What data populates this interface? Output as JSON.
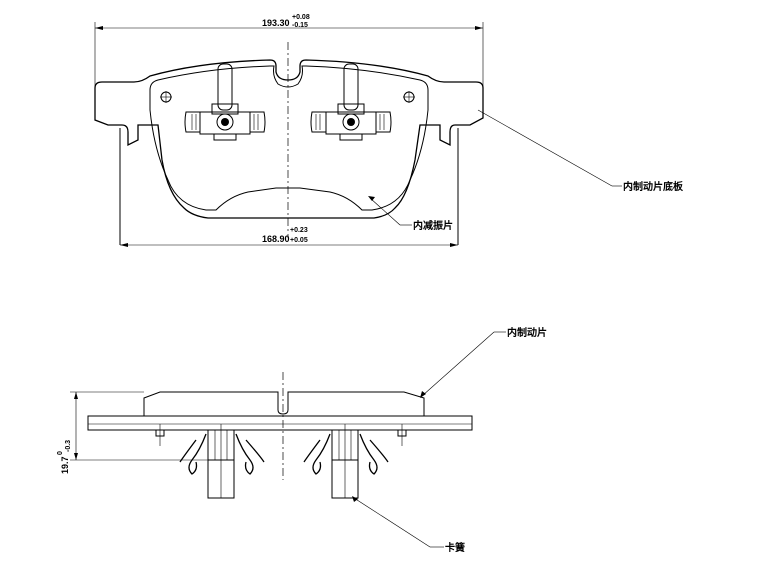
{
  "top_view": {
    "width_dim": {
      "nominal": "193.30",
      "tol_upper": "+0.08",
      "tol_lower": "-0.15"
    },
    "inner_dim": {
      "nominal": "168.90",
      "tol_upper": "+0.23",
      "tol_lower": "+0.05"
    },
    "label_backplate": "内制动片底板",
    "label_shim": "内减振片"
  },
  "side_view": {
    "thickness_dim": {
      "nominal": "19.7",
      "tol_upper": "0",
      "tol_lower": "-0.3"
    },
    "label_pad": "内制动片",
    "label_clip": "卡簧"
  }
}
